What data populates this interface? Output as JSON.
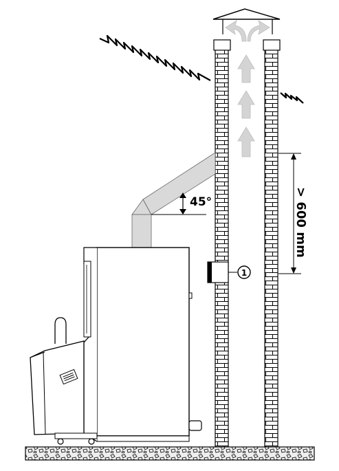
{
  "angle_label": "45°",
  "height_label": "> 600 mm",
  "callout_label": "1",
  "colors": {
    "duct": "#d9d9d9",
    "smoke": "#d4d4d4",
    "ink": "#000000",
    "paper": "#ffffff",
    "ground": "#e8e8e8"
  },
  "icons": [
    "smoke-arrow",
    "roof-slope",
    "rain-cap",
    "angle-arrow",
    "dimension-arrow"
  ]
}
